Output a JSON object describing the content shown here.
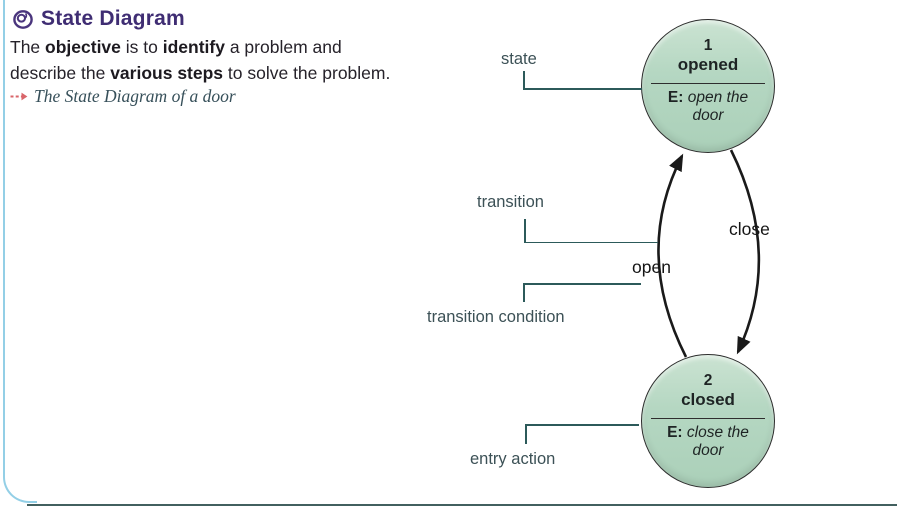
{
  "figure": {
    "title": "State Diagram",
    "title_icon": "swirl-icon",
    "description": {
      "line1": {
        "t1": "The ",
        "b1": "objective",
        "t2": " is to ",
        "b2": "identify",
        "t3": " a problem and"
      },
      "line2": {
        "t1": "describe the ",
        "b1": "various steps",
        "t2": " to solve the problem."
      }
    },
    "example": {
      "icon": "dashed-arrow-icon",
      "text": "The State Diagram of a door"
    }
  },
  "diagram": {
    "callouts": {
      "state": "state",
      "transition": "transition",
      "transition_condition": "transition condition",
      "entry_action": "entry action"
    },
    "transitions": {
      "open": "open",
      "close": "close"
    },
    "states": [
      {
        "number": "1",
        "name": "opened",
        "entry_label": "E:",
        "entry_line1": "open the",
        "entry_line2": "door"
      },
      {
        "number": "2",
        "name": "closed",
        "entry_label": "E:",
        "entry_line1": "close the",
        "entry_line2": "door"
      }
    ]
  },
  "colors": {
    "title": "#3f2d73",
    "state_fill": "#b5d7c2",
    "state_border": "#2e2e2e",
    "callout_line": "#2c5a5a",
    "callout_text": "#3c5156",
    "arrow": "#1a1a1a",
    "panel_accent": "#93cfe6",
    "bottom_rule": "#42605f",
    "example_arrow": "#d9656a"
  }
}
